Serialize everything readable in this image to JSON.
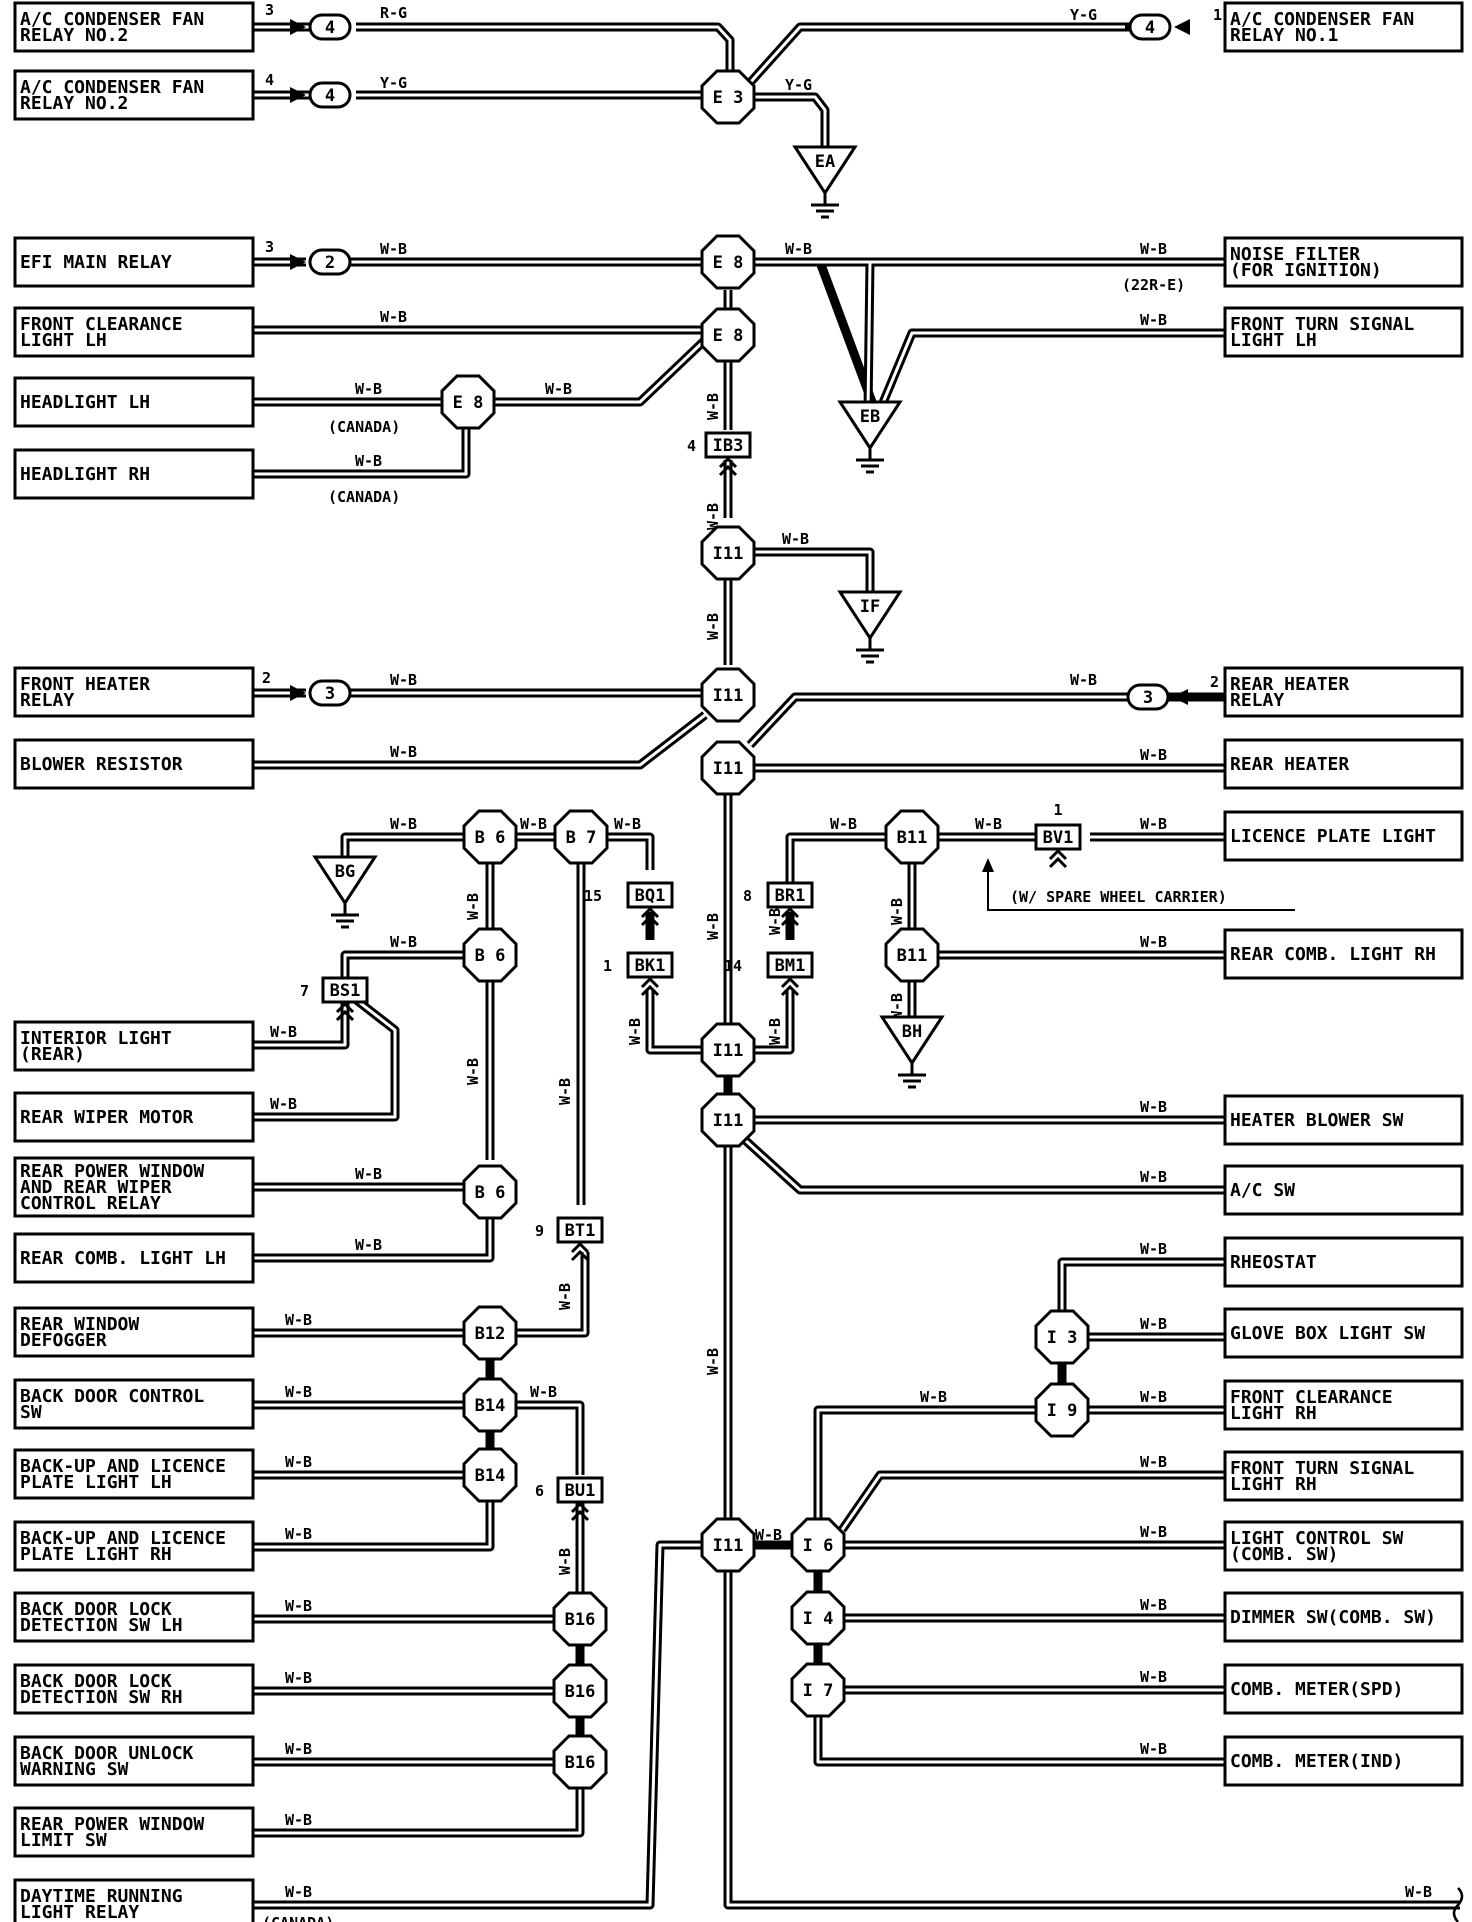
{
  "wire_color": "W-B",
  "wire_labels": {
    "rg": "R-G",
    "yg": "Y-G"
  },
  "notes": {
    "canada": "(CANADA)",
    "r22re": "(22R-E)",
    "spare": "(W/ SPARE WHEEL CARRIER)"
  },
  "left_boxes": [
    {
      "id": "ac2a",
      "lines": [
        "A/C CONDENSER FAN",
        "RELAY NO.2"
      ]
    },
    {
      "id": "ac2b",
      "lines": [
        "A/C CONDENSER FAN",
        "RELAY NO.2"
      ]
    },
    {
      "id": "efi",
      "lines": [
        "EFI MAIN RELAY"
      ]
    },
    {
      "id": "fcl",
      "lines": [
        "FRONT CLEARANCE",
        "LIGHT LH"
      ]
    },
    {
      "id": "hlh",
      "lines": [
        "HEADLIGHT LH"
      ]
    },
    {
      "id": "hrh",
      "lines": [
        "HEADLIGHT RH"
      ]
    },
    {
      "id": "fhr",
      "lines": [
        "FRONT HEATER",
        "RELAY"
      ]
    },
    {
      "id": "blr",
      "lines": [
        "BLOWER RESISTOR"
      ]
    },
    {
      "id": "ilr",
      "lines": [
        "INTERIOR LIGHT",
        "(REAR)"
      ]
    },
    {
      "id": "rwm",
      "lines": [
        "REAR WIPER MOTOR"
      ]
    },
    {
      "id": "rpw",
      "lines": [
        "REAR POWER WINDOW",
        "AND REAR WIPER",
        "CONTROL RELAY"
      ]
    },
    {
      "id": "rcl",
      "lines": [
        "REAR COMB. LIGHT LH"
      ]
    },
    {
      "id": "rwd",
      "lines": [
        "REAR WINDOW",
        "DEFOGGER"
      ]
    },
    {
      "id": "bdc",
      "lines": [
        "BACK DOOR CONTROL",
        "SW"
      ]
    },
    {
      "id": "bul",
      "lines": [
        "BACK-UP AND LICENCE",
        "PLATE LIGHT LH"
      ]
    },
    {
      "id": "bur",
      "lines": [
        "BACK-UP AND LICENCE",
        "PLATE LIGHT RH"
      ]
    },
    {
      "id": "bdl",
      "lines": [
        "BACK DOOR LOCK",
        "DETECTION SW LH"
      ]
    },
    {
      "id": "bdr",
      "lines": [
        "BACK DOOR LOCK",
        "DETECTION SW RH"
      ]
    },
    {
      "id": "bdu",
      "lines": [
        "BACK DOOR UNLOCK",
        "WARNING SW"
      ]
    },
    {
      "id": "rpl",
      "lines": [
        "REAR POWER WINDOW",
        "LIMIT SW"
      ]
    },
    {
      "id": "drl",
      "lines": [
        "DAYTIME RUNNING",
        "LIGHT RELAY"
      ]
    }
  ],
  "right_boxes": [
    {
      "id": "ac1",
      "lines": [
        "A/C CONDENSER FAN",
        "RELAY NO.1"
      ]
    },
    {
      "id": "nf",
      "lines": [
        "NOISE FILTER",
        "(FOR IGNITION)"
      ]
    },
    {
      "id": "ftl",
      "lines": [
        "FRONT TURN SIGNAL",
        "LIGHT LH"
      ]
    },
    {
      "id": "rhr",
      "lines": [
        "REAR HEATER",
        "RELAY"
      ]
    },
    {
      "id": "rh",
      "lines": [
        "REAR HEATER"
      ]
    },
    {
      "id": "lpl",
      "lines": [
        "LICENCE PLATE LIGHT"
      ]
    },
    {
      "id": "rcr",
      "lines": [
        "REAR COMB. LIGHT RH"
      ]
    },
    {
      "id": "hbs",
      "lines": [
        "HEATER BLOWER SW"
      ]
    },
    {
      "id": "acs",
      "lines": [
        "A/C SW"
      ]
    },
    {
      "id": "rhe",
      "lines": [
        "RHEOSTAT"
      ]
    },
    {
      "id": "gbl",
      "lines": [
        "GLOVE BOX LIGHT SW"
      ]
    },
    {
      "id": "fcr",
      "lines": [
        "FRONT CLEARANCE",
        "LIGHT RH"
      ]
    },
    {
      "id": "ftr",
      "lines": [
        "FRONT TURN SIGNAL",
        "LIGHT RH"
      ]
    },
    {
      "id": "lcs",
      "lines": [
        "LIGHT CONTROL SW",
        "(COMB. SW)"
      ]
    },
    {
      "id": "dim",
      "lines": [
        "DIMMER SW(COMB. SW)"
      ]
    },
    {
      "id": "cms",
      "lines": [
        "COMB. METER(SPD)"
      ]
    },
    {
      "id": "cmi",
      "lines": [
        "COMB. METER(IND)"
      ]
    }
  ],
  "junctions": {
    "e3": "E 3",
    "e8a": "E 8",
    "e8b": "E 8",
    "e8c": "E 8",
    "i11a": "I11",
    "i11b": "I11",
    "i11c": "I11",
    "i11d": "I11",
    "i11e": "I11",
    "i11f": "I11",
    "b6a": "B 6",
    "b7": "B 7",
    "b6b": "B 6",
    "b6c": "B 6",
    "b11a": "B11",
    "b11b": "B11",
    "b12": "B12",
    "b14a": "B14",
    "b14b": "B14",
    "b16a": "B16",
    "b16b": "B16",
    "b16c": "B16",
    "i3": "I 3",
    "i9": "I 9",
    "i6": "I 6",
    "i4": "I 4",
    "i7": "I 7"
  },
  "connectors": {
    "ib3": "IB3",
    "bq1": "BQ1",
    "bk1": "BK1",
    "br1": "BR1",
    "bm1": "BM1",
    "bv1": "BV1",
    "bs1": "BS1",
    "bt1": "BT1",
    "bu1": "BU1"
  },
  "connector_pins": {
    "ib3": "4",
    "bq1": "15",
    "bk1": "1",
    "br1": "8",
    "bm1": "14",
    "bv1": "1",
    "bs1": "7",
    "bt1": "9",
    "bu1": "6"
  },
  "grounds": {
    "ea": "EA",
    "eb": "EB",
    "if": "IF",
    "bg": "BG",
    "bh": "BH"
  },
  "ovals": {
    "o1": "4",
    "o2": "4",
    "o3": "4",
    "o4": "2",
    "o5": "3",
    "o6": "3"
  },
  "pins": {
    "p1": "3",
    "p2": "4",
    "p3": "1",
    "p4": "3",
    "p5": "2",
    "p6": "2"
  }
}
